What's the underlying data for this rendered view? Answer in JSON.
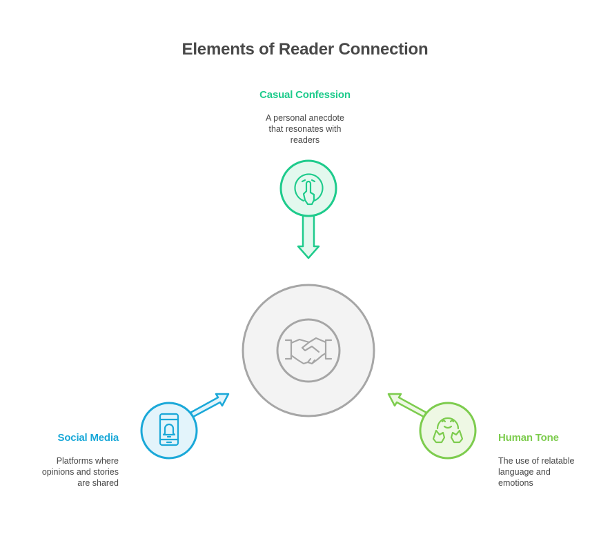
{
  "title": "Elements of Reader Connection",
  "colors": {
    "top": "#1ecb8c",
    "left": "#1aa8d8",
    "right": "#7dcc4e",
    "center": "#a6a6a6"
  },
  "nodes": {
    "top": {
      "label": "Casual Confession",
      "description": "A personal anecdote\nthat resonates with\nreaders",
      "icon": "shush-face-icon"
    },
    "left": {
      "label": "Social Media",
      "description": "Platforms where\nopinions and stories\nare shared",
      "icon": "phone-notification-icon"
    },
    "right": {
      "label": "Human Tone",
      "description": "The use of relatable\nlanguage and\nemotions",
      "icon": "hugging-face-icon"
    },
    "center": {
      "icon": "handshake-icon"
    }
  }
}
